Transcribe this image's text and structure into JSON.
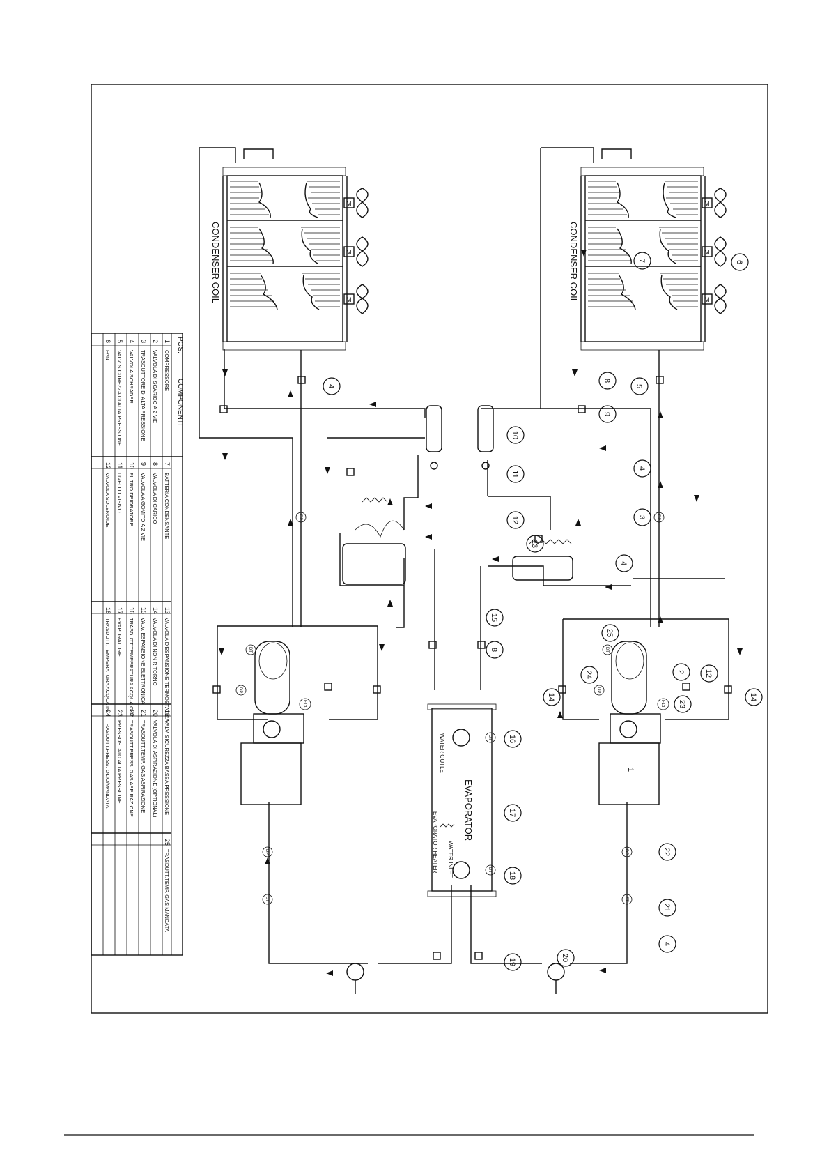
{
  "labels": {
    "condenser_coil": "CONDENSER COIL",
    "evaporator": "EVAPORATOR",
    "water_outlet": "WATER OUTLET",
    "water_inlet": "WATER INLET",
    "evaporator_heater": "EVAPORATOR HEATER",
    "motor": "M"
  },
  "table": {
    "pos_header": "POS.",
    "components_header": "COMPONENTI",
    "rows": [
      {
        "pos": "1",
        "name": "COMPRESSORE"
      },
      {
        "pos": "2",
        "name": "VALVOLA DI SCARICO A 2 VIE"
      },
      {
        "pos": "3",
        "name": "TRASDUTTORE DI ALTA PRESSIONE"
      },
      {
        "pos": "4",
        "name": "VALVOLA SCHRADER"
      },
      {
        "pos": "5",
        "name": "VALV. SICUREZZA DI ALTA PRESSIONE"
      },
      {
        "pos": "6",
        "name": "FAN"
      },
      {
        "pos": "7",
        "name": "BATTERIA CONDENSANTE"
      },
      {
        "pos": "8",
        "name": "VALVOLA DI CARICO"
      },
      {
        "pos": "9",
        "name": "VALVOLA A GOMITO A 2 VIE"
      },
      {
        "pos": "10",
        "name": "FILTRO DEIDRATORE"
      },
      {
        "pos": "11",
        "name": "LIVELLO VISIVO"
      },
      {
        "pos": "12",
        "name": "VALVOLA SOLENOIDE"
      },
      {
        "pos": "13",
        "name": "VALVOLA D'ESPANSIONE TERMOSTATICA"
      },
      {
        "pos": "14",
        "name": "VALVOLA DI NON RITORNO"
      },
      {
        "pos": "15",
        "name": "VALV. ESPANSIONE ELETTRONICA"
      },
      {
        "pos": "16",
        "name": "TRASDUTT.TEMPERATURA ACQUA OUT"
      },
      {
        "pos": "17",
        "name": "EVAPORATORE"
      },
      {
        "pos": "18",
        "name": "TRASDUTT.TEMPERATURA ACQUA IN"
      },
      {
        "pos": "19",
        "name": "VALV. SICUREZZA BASSA PRESSIONE"
      },
      {
        "pos": "20",
        "name": "VALVOLA DI ASPIRAZIONE (OPTIONAL)"
      },
      {
        "pos": "21",
        "name": "TRASDUTT.TEMP. GAS ASPIRAZIONE"
      },
      {
        "pos": "22",
        "name": "TRASDUTT.PRESS. GAS ASPIRAZIONE"
      },
      {
        "pos": "23",
        "name": "PRESSOSTATO ALTA PRESSIONE"
      },
      {
        "pos": "24",
        "name": "TRASDUTT.PRESS. OLIO/MANDATA"
      },
      {
        "pos": "25",
        "name": "TRASDUTT.TEMP. GAS MANDATA"
      }
    ]
  },
  "callouts": [
    "1",
    "2",
    "3",
    "4",
    "5",
    "6",
    "7",
    "8",
    "9",
    "10",
    "11",
    "12",
    "13",
    "14",
    "15",
    "16",
    "17",
    "18",
    "19",
    "20",
    "21",
    "22",
    "23",
    "24",
    "25"
  ],
  "tags": {
    "pressure": "DP",
    "temp": "DT",
    "high_pressure_switch": "F13",
    "suction_temp": "ST",
    "oil_pressure": "OP"
  }
}
